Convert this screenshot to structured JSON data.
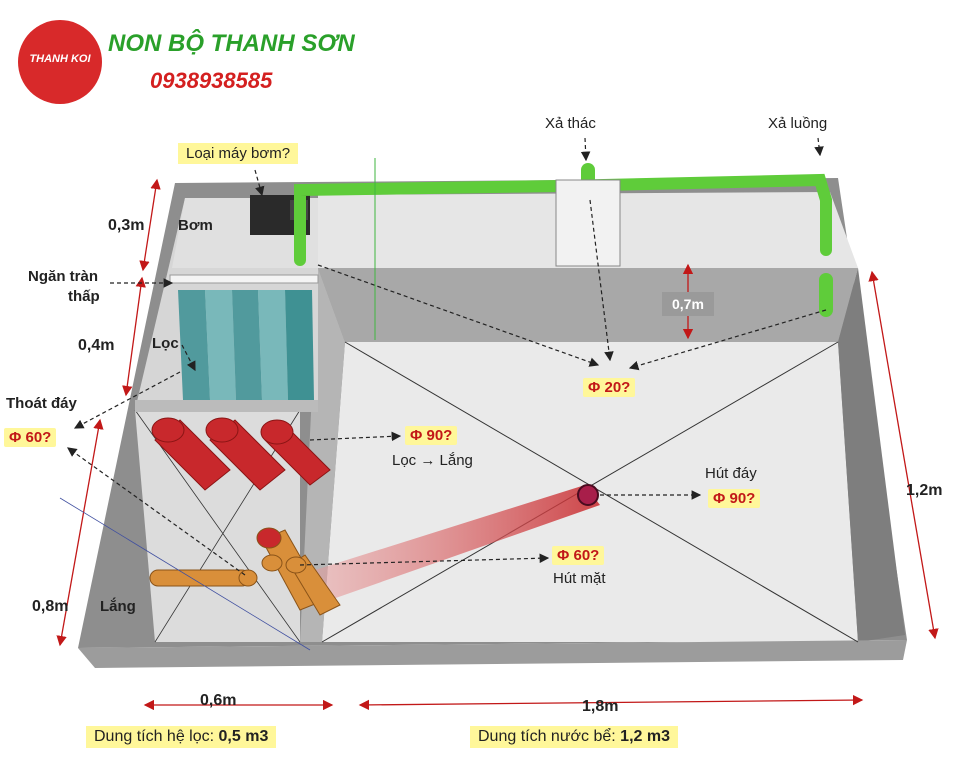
{
  "brand": {
    "name": "NON BỘ THANH SƠN",
    "phone": "0938938585",
    "logo_text": "THANH KOI"
  },
  "labels": {
    "pump_question": "Loại máy bơm?",
    "waterfall_outlet": "Xả thác",
    "flow_outlet": "Xả luồng",
    "pump": "Bơm",
    "low_overflow_line1": "Ngăn tràn",
    "low_overflow_line2": "thấp",
    "filter": "Lọc",
    "bottom_drain": "Thoát đáy",
    "filter_to_settle": "Lọc → Lắng",
    "bottom_suction": "Hút đáy",
    "surface_suction": "Hút mặt",
    "settle": "Lắng"
  },
  "pipe_sizes": {
    "phi20": "Φ 20?",
    "phi90_filter": "Φ 90?",
    "phi60_drain": "Φ 60?",
    "phi90_bottom": "Φ 90?",
    "phi60_surface": "Φ 60?"
  },
  "dimensions": {
    "d03": "0,3m",
    "d04": "0,4m",
    "d08": "0,8m",
    "d07": "0,7m",
    "d12": "1,2m",
    "d06": "0,6m",
    "d18": "1,8m"
  },
  "volumes": {
    "filter_label": "Dung tích hệ lọc:",
    "filter_value": "0,5 m3",
    "pond_label": "Dung tích nước bể:",
    "pond_value": "1,2 m3"
  },
  "colors": {
    "brand_green": "#2aa02a",
    "brand_red": "#d42020",
    "pipe_green": "#5fcc3a",
    "pipe_red": "#c8282c",
    "pipe_orange": "#d98f3a",
    "highlight": "#fff79a",
    "tank_gray": "#8e8e8e"
  }
}
